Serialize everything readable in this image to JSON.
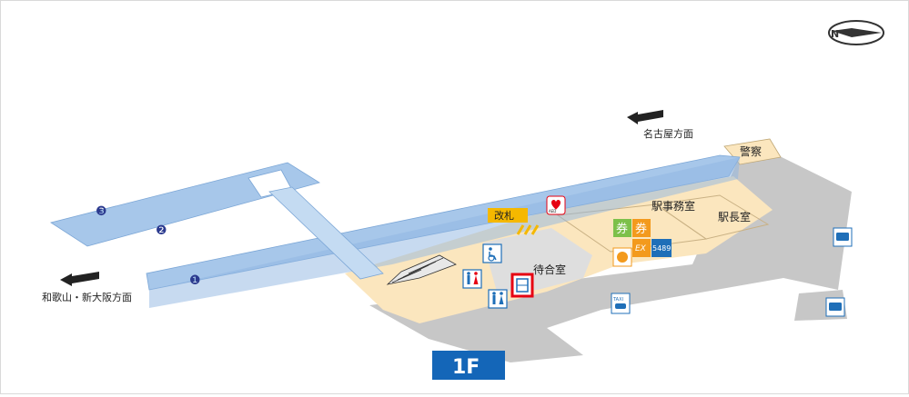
{
  "floor_label": "1F",
  "labels": {
    "nagoya_direction": "名古屋方面",
    "wakayama_direction": "和歌山・新大阪方面",
    "ticket_gate": "改札",
    "station_office": "駅事務室",
    "stationmaster_room": "駅長室",
    "police": "警察",
    "waiting_room": "待合室"
  },
  "platforms": [
    "❸",
    "❷",
    "❶"
  ],
  "icons": {
    "aed": "AED",
    "ticket_left": "券",
    "ticket_right": "券",
    "ex_label": "EX",
    "shop_number": "5489",
    "taxi": "TAXI"
  },
  "colors": {
    "platform_blue": "#a7c7ea",
    "concourse_beige": "#fbe6be",
    "ground_gray": "#c7c7c7",
    "floor_badge": "#1466b8",
    "highlight_red": "#e60012",
    "gate_yellow": "#f5b800"
  }
}
